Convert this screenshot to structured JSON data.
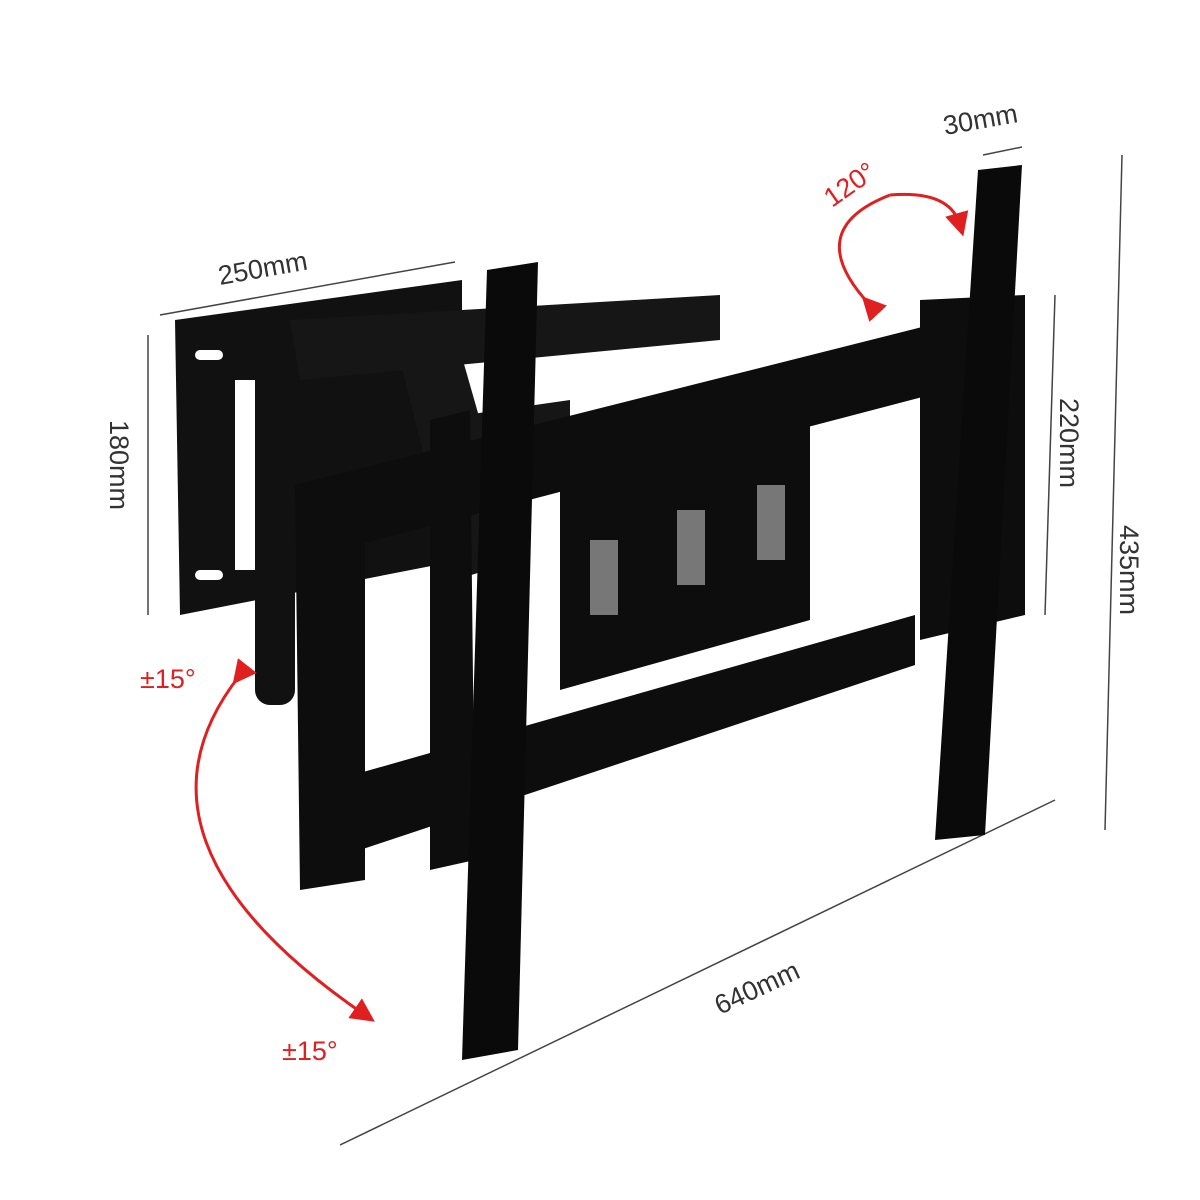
{
  "product": "tv-wall-mount",
  "dimensions": {
    "arm_depth": "250mm",
    "wall_plate_height": "180mm",
    "total_width": "640mm",
    "rail_width": "30mm",
    "frame_height": "220mm",
    "total_height": "435mm"
  },
  "angles": {
    "swivel": "120°",
    "tilt_up": "±15°",
    "tilt_down": "±15°"
  },
  "colors": {
    "mount": "#111111",
    "dimension_text": "#333333",
    "angle_text": "#e02020"
  }
}
